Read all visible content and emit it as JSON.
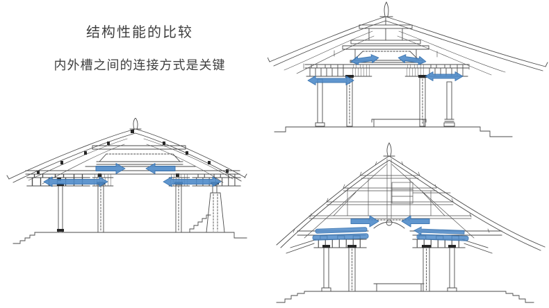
{
  "heading": {
    "line1": "结构性能的比较",
    "line2": "内外槽之间的连接方式是关键"
  },
  "colors": {
    "background": "#ffffff",
    "line": "#4a4a4a",
    "text": "#3f3f3f",
    "arrow_fill": "#4f8bc9",
    "arrow_stroke": "#2f6cab"
  },
  "diagrams": [
    {
      "name": "timber-hall-cross-section-upper-right",
      "arrows": [
        "outer-left-double-horizontal",
        "inner-left-double-swap",
        "inner-right-double-swap",
        "outer-right-double-horizontal"
      ]
    },
    {
      "name": "timber-hall-cross-section-left",
      "arrows": [
        "upper-left-pointing-right",
        "upper-right-pointing-left",
        "lower-left-long-double",
        "lower-right-long-double"
      ]
    },
    {
      "name": "timber-hall-cross-section-lower-right",
      "arrows": [
        "center-left-pointing-right",
        "center-right-pointing-left",
        "left-bracket-highlight-bars",
        "right-bracket-highlight-bars"
      ]
    }
  ]
}
